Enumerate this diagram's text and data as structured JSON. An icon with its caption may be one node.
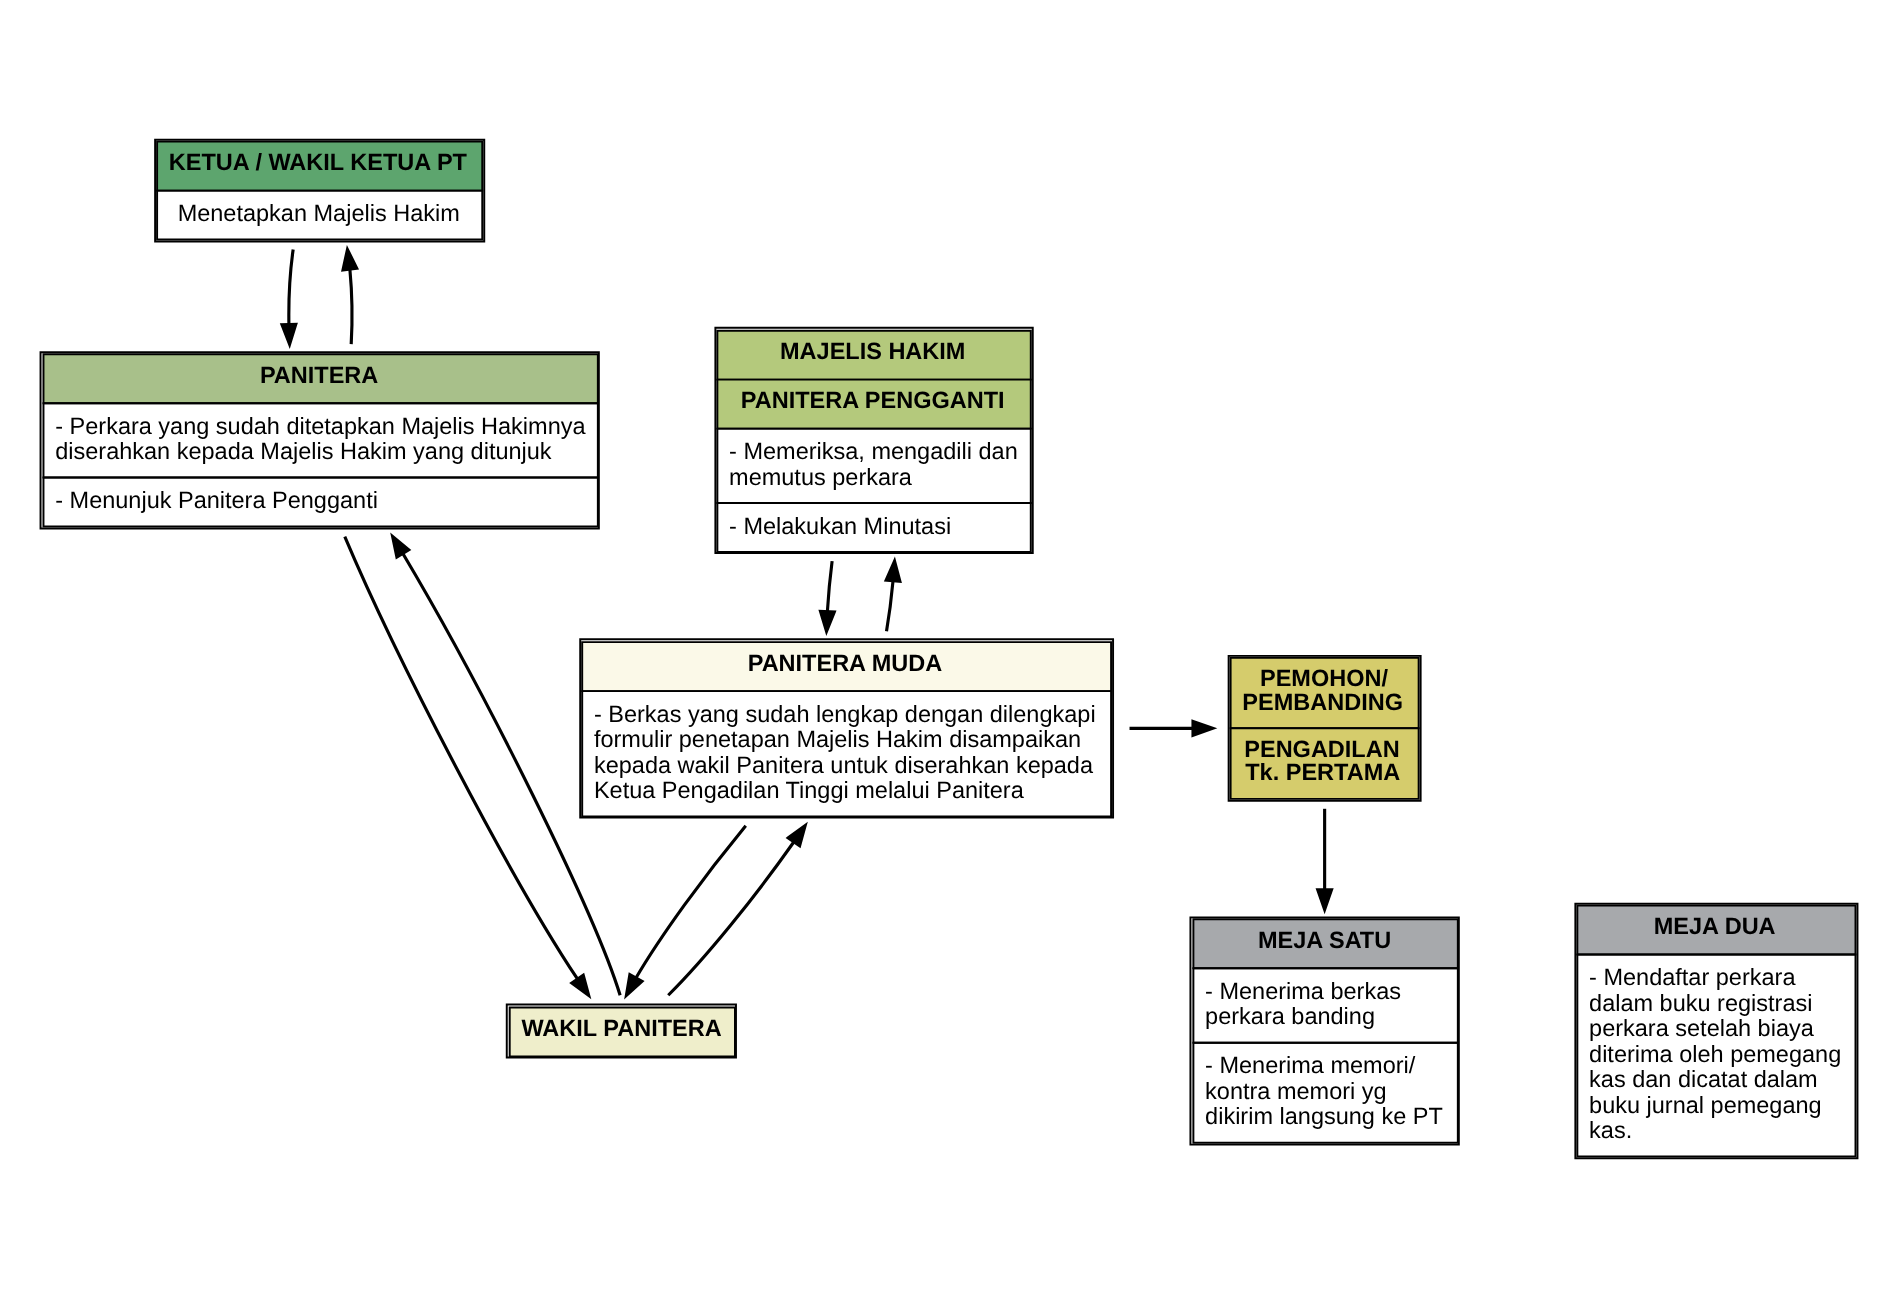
{
  "diagram": {
    "nodes": [
      {
        "text": [
          "KETUA / WAKIL KETUA PT",
          "Menetapkan Majelis Hakim"
        ]
      },
      {
        "text": [
          "PANITERA",
          "- Perkara yang sudah ditetapkan Majelis Hakimnya diserahkan kepada Majelis Hakim yang ditunjuk",
          "- Menunjuk Panitera Pengganti"
        ]
      },
      {
        "text": [
          "WAKIL PANITERA"
        ]
      },
      {
        "text": [
          "PANITERA MUDA",
          "- Berkas yang sudah lengkap dengan dilengkapi formulir penetapan Majelis Hakim disampaikan kepada wakil Panitera untuk diserahkan kepada Ketua Pengadilan Tinggi melalui Panitera"
        ]
      },
      {
        "text": [
          "MEJA SATU",
          "- Menerima berkas perkara banding",
          "- Menerima memori/ kontra memori yg dikirim langsung ke PT"
        ]
      },
      {
        "text": [
          "MEJA DUA",
          "- Mendaftar perkara dalam buku registrasi perkara setelah biaya diterima oleh pemegang kas dan dicatat dalam buku jurnal pemegang kas."
        ]
      },
      {
        "text": [
          "MAJELIS HAKIM",
          "PANITERA PENGGANTI",
          "- Memeriksa, mengadili dan memutus perkara",
          "- Melakukan Minutasi"
        ]
      },
      {
        "text": [
          "PEMOHON/ PEMBANDING",
          "PENGADILAN Tk. PERTAMA"
        ]
      }
    ],
    "edges": [
      {
        "from": 1,
        "to": 0,
        "arrow": "to"
      },
      {
        "from": 0,
        "to": 1,
        "arrow": "to"
      },
      {
        "from": 2,
        "to": 1,
        "arrow": "to"
      },
      {
        "from": 1,
        "to": 2,
        "arrow": "to"
      },
      {
        "from": 3,
        "to": 2,
        "arrow": "to"
      },
      {
        "from": 2,
        "to": 3,
        "arrow": "to"
      },
      {
        "from": 3,
        "to": 6,
        "arrow": "to"
      },
      {
        "from": 6,
        "to": 3,
        "arrow": "to"
      },
      {
        "from": 3,
        "to": 7,
        "arrow": "to"
      },
      {
        "from": 7,
        "to": 4,
        "arrow": "to"
      }
    ]
  }
}
